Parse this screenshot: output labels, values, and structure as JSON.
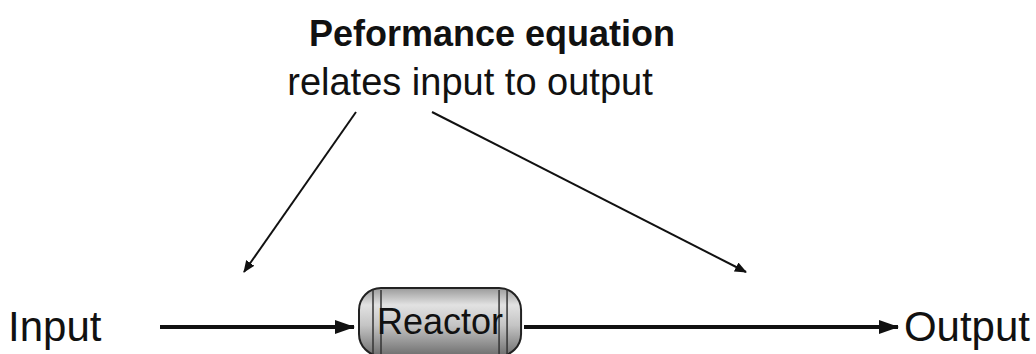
{
  "diagram": {
    "title": "Peformance equation",
    "nodes": [
      {
        "text": [
          "Reactor"
        ]
      }
    ],
    "labels": [
      "relates input to output",
      "Input",
      "Output"
    ]
  }
}
